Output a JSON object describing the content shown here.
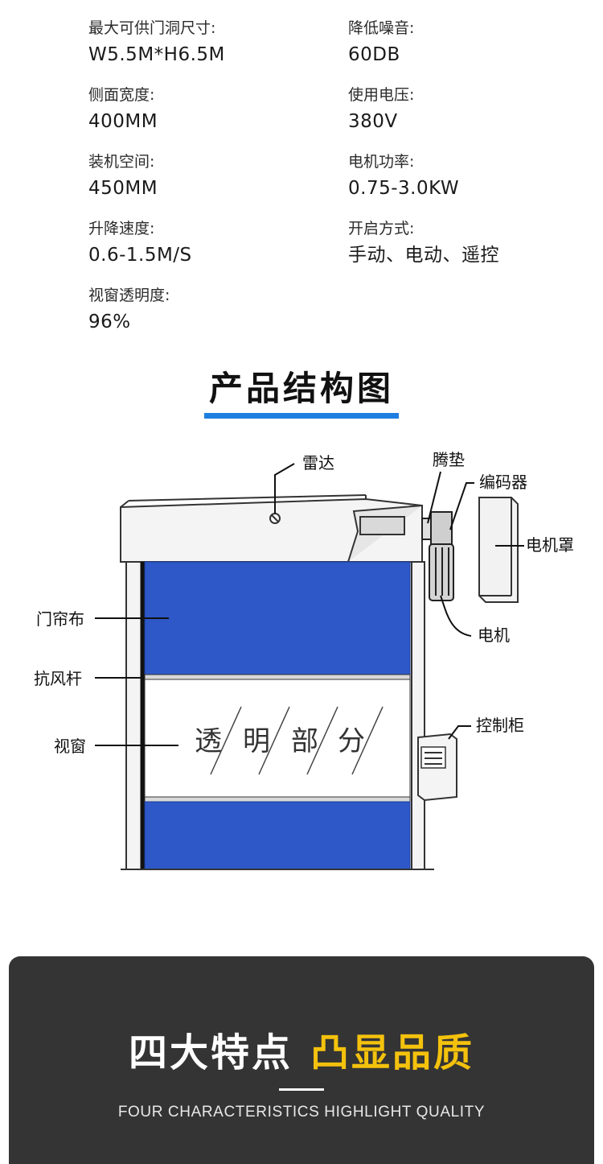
{
  "specs": [
    {
      "label": "最大可供门洞尺寸:",
      "value": "W5.5M*H6.5M"
    },
    {
      "label": "降低噪音:",
      "value": "60DB"
    },
    {
      "label": "侧面宽度:",
      "value": "400MM"
    },
    {
      "label": "使用电压:",
      "value": "380V"
    },
    {
      "label": "装机空间:",
      "value": "450MM"
    },
    {
      "label": "电机功率:",
      "value": "0.75-3.0KW"
    },
    {
      "label": "升降速度:",
      "value": "0.6-1.5M/S"
    },
    {
      "label": "开启方式:",
      "value": "手动、电动、遥控"
    },
    {
      "label": "视窗透明度:",
      "value": "96%"
    }
  ],
  "diagram": {
    "title": "产品结构图",
    "callouts": {
      "radar": "雷达",
      "pad": "腾垫",
      "encoder": "编码器",
      "motor_cover": "电机罩",
      "curtain": "门帘布",
      "motor": "电机",
      "wind_bar": "抗风杆",
      "window": "视窗",
      "control_box": "控制柜"
    },
    "window_text": [
      "透",
      "明",
      "部",
      "分"
    ],
    "colors": {
      "curtain": "#2e58c8",
      "accent": "#1e7fe0"
    }
  },
  "banner": {
    "title_white": "四大特点",
    "title_yellow": "凸显品质",
    "subtitle": "FOUR CHARACTERISTICS HIGHLIGHT QUALITY",
    "colors": {
      "background": "#343434",
      "highlight": "#f4c20d"
    }
  }
}
